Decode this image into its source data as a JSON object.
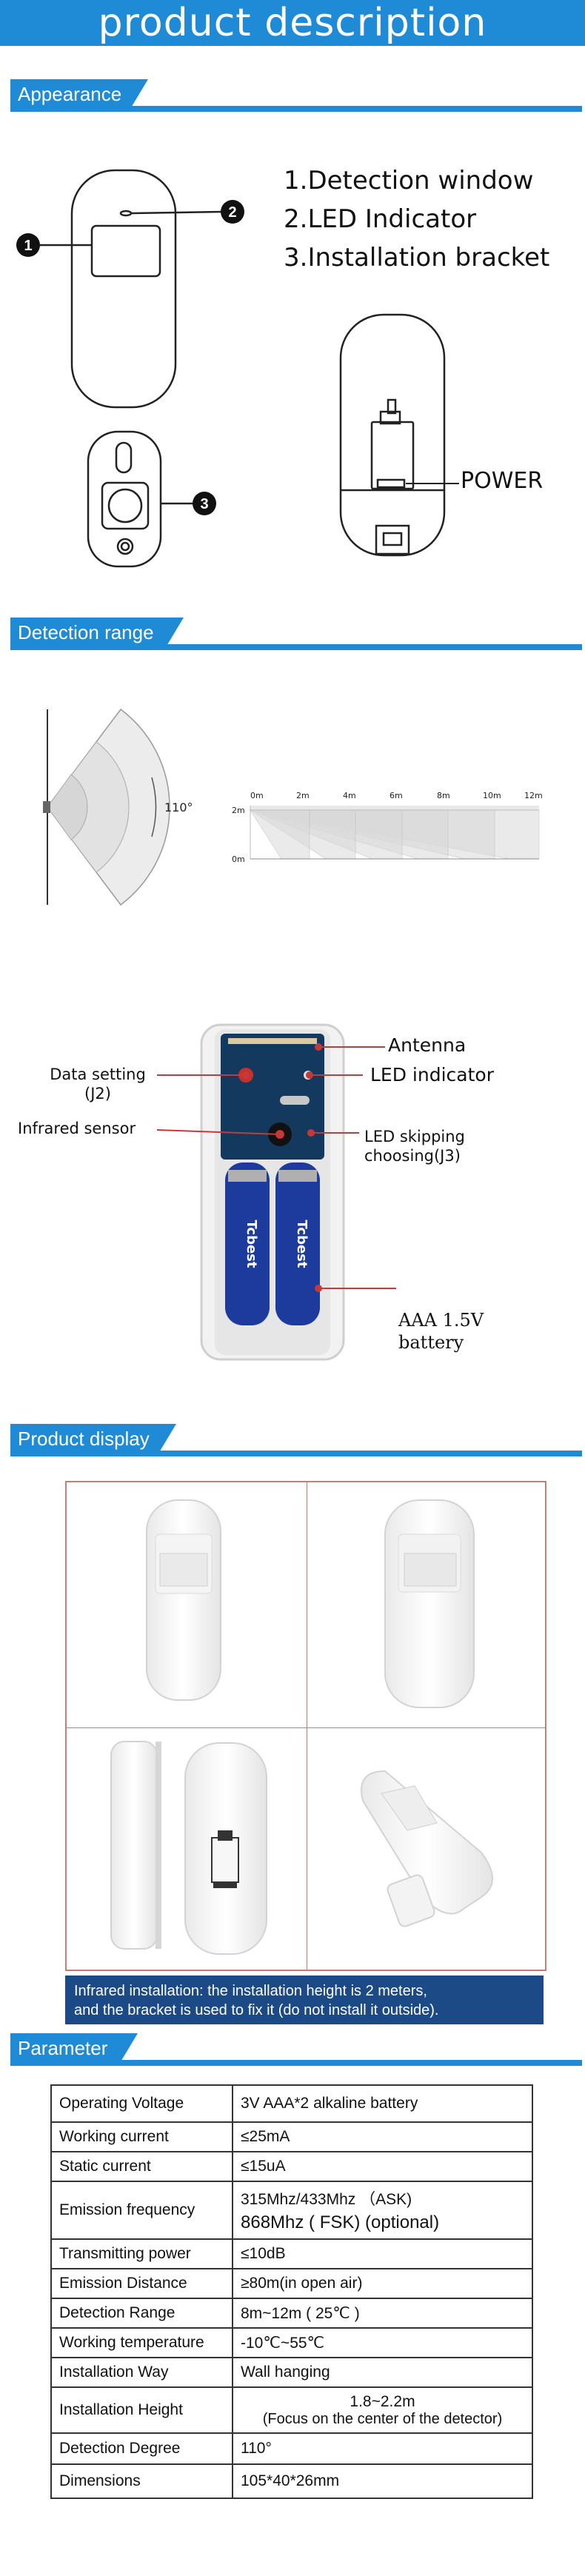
{
  "page": {
    "title": "product description"
  },
  "sections": {
    "appearance": "Appearance",
    "detection": "Detection range",
    "display": "Product display",
    "parameter": "Parameter"
  },
  "appearance": {
    "features": [
      "1.Detection window",
      "2.LED Indicator",
      "3.Installation bracket"
    ],
    "callouts": [
      "1",
      "2",
      "3"
    ],
    "power_label": "POWER"
  },
  "detection": {
    "angle": "110°",
    "distance_ticks": [
      "0m",
      "2m",
      "4m",
      "6m",
      "8m",
      "10m",
      "12m"
    ],
    "height_ticks": [
      "2m",
      "0m"
    ]
  },
  "board": {
    "antenna": "Antenna",
    "led_indicator": "LED indicator",
    "data_setting": "Data setting",
    "data_setting_sub": "(J2)",
    "infrared_sensor": "Infrared sensor",
    "led_skipping": "LED skipping",
    "led_skipping_sub": "choosing(J3)",
    "battery": "AAA 1.5V",
    "battery_sub": "battery",
    "battery_brand": "Tcbest"
  },
  "display": {
    "caption_line1": "Infrared installation: the installation height is 2 meters,",
    "caption_line2": "and the bracket is used to fix it (do not install it outside)."
  },
  "params": {
    "rows": [
      {
        "key": "Operating Voltage",
        "val": "3V AAA*2 alkaline battery"
      },
      {
        "key": "Working current",
        "val": "≤25mA"
      },
      {
        "key": "Static current",
        "val": "≤15uA"
      },
      {
        "key": "Emission frequency",
        "val": "315Mhz/433Mhz （ASK)",
        "val2": "868Mhz ( FSK)    (optional)"
      },
      {
        "key": "Transmitting power",
        "val": "≤10dB"
      },
      {
        "key": "Emission Distance",
        "val": "≥80m(in open air)"
      },
      {
        "key": "Detection Range",
        "val": "8m~12m ( 25℃ )"
      },
      {
        "key": "Working temperature",
        "val": "-10℃~55℃"
      },
      {
        "key": "Installation Way",
        "val": "Wall hanging"
      },
      {
        "key": "Installation Height",
        "val": "1.8~2.2m",
        "val2": "(Focus on the center of the detector)"
      },
      {
        "key": "Detection Degree",
        "val": "110°"
      },
      {
        "key": "Dimensions",
        "val": "105*40*26mm"
      }
    ]
  }
}
